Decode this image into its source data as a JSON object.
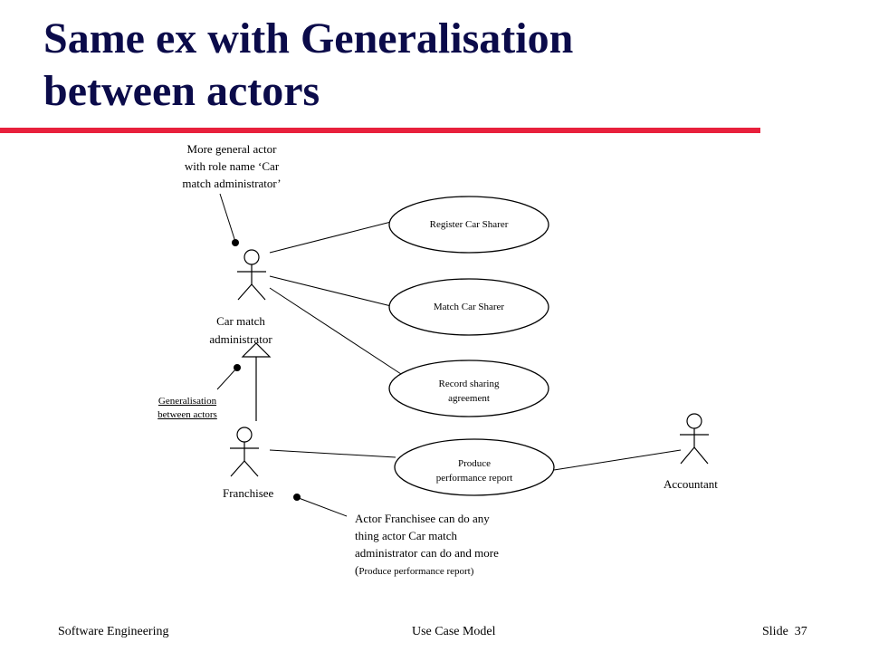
{
  "slide": {
    "title_line1": "Same ex with  Generalisation",
    "title_line2": "between actors",
    "accent_color": "#e8203c",
    "title_color": "#0b0b4a"
  },
  "actors": {
    "car_match_admin": "Car match administrator",
    "franchisee": "Franchisee",
    "accountant": "Accountant"
  },
  "use_cases": {
    "register": "Register  Car Sharer",
    "match": "Match Car Sharer",
    "record_line1": "Record sharing",
    "record_line2": "agreement",
    "produce_line1": "Produce",
    "produce_line2": "performance report"
  },
  "notes": {
    "general_actor_line1": "More general actor",
    "general_actor_line2": "with role name ‘Car",
    "general_actor_line3": "match administrator’",
    "generalisation_line1": "Generalisation",
    "generalisation_line2": "between actors",
    "franchisee_line1": "Actor Franchisee  can do any",
    "franchisee_line2": "thing actor Car match",
    "franchisee_line3": "administrator can do  and more",
    "franchisee_line4_open": "(",
    "franchisee_line4_rest": "Produce performance report)"
  },
  "footer": {
    "left": "Software Engineering",
    "center": "Use Case Model",
    "slide_label": "Slide",
    "slide_number": "37"
  }
}
